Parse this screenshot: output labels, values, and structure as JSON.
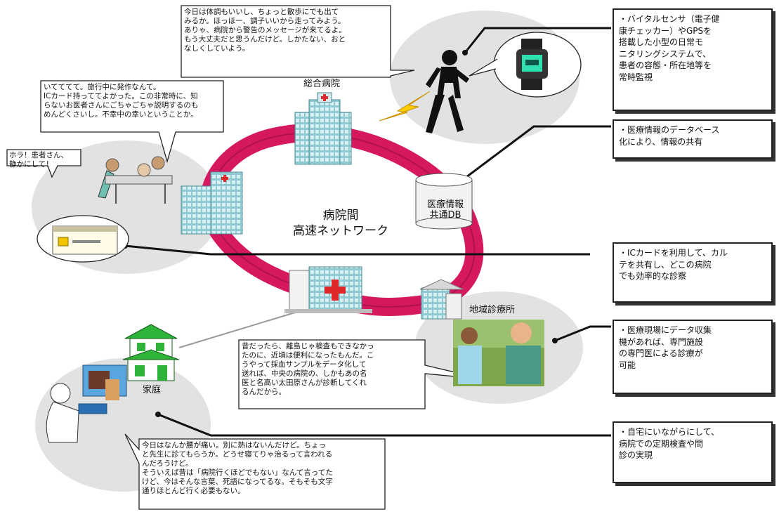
{
  "network": {
    "label_line1": "病院間",
    "label_line2": "高速ネットワーク"
  },
  "nodes": {
    "general_hospital": "総合病院",
    "regional_clinic": "地域診療所",
    "home": "家庭",
    "database": {
      "line1": "医療情報",
      "line2": "共通DB"
    }
  },
  "bubbles": {
    "walker": "今日は体調もいいし、ちょっと散歩にでも出て\nみるか。ほっほー、調子いいから走ってみよう。\nありゃ、病院から警告のメッセージが来てるよ。\nもう大丈夫だと思うんだけど。しかたない、おと\nなしくしていよう。",
    "traveler": "いてててて。旅行中に発作なんて。\nICカード持っててよかった。この非常時に、知\nらないお医者さんにごちゃごちゃ説明するのも\nめんどくさいし。不幸中の幸いということか。",
    "nurse": "ホラ！患者さん、\n静かにして！",
    "clinic": "昔だったら、離島じゃ検査もできなかっ\nたのに、近頃は便利になったもんだ。こ\nうやって採血サンプルをデータ化して\n送れば、中央の病院の、しかもあの名\n医と名高い太田原さんが診断してくれ\nるんだから。",
    "home": "今日はなんか腰が痛い。別に熱はないんだけど。ちょっ\nと先生に診てもらうか。どうせ寝てりゃ治るって言われる\nんだろうけど。\nそういえば昔は「病院行くほどでもない」なんて言ってた\nけど、今はそんな言葉、死語になってるな。そもそも文字\n通りほとんど行く必要もない。"
  },
  "notes": [
    "・バイタルセンサ（電子健\n康チェッカー）やGPSを\n搭載した小型の日常モ\nニタリングシステムで、\n患者の容態・所在地等を\n常時監視",
    "・医療情報のデータベース\n化により、情報の共有",
    "・ICカードを利用して、カル\nテを共有し、どこの病院\nでも効率的な診察",
    "・医療現場にデータ収集\n機があれば、専門施設\nの専門医による診療が\n可能",
    "・自宅にいながらにして、\n病院での定期検査や問\n診の実現"
  ],
  "colors": {
    "ring": "#d6185f",
    "building": "#a9d6dc",
    "house_green": "#2fb43a",
    "ellipse": "#e2e2e2"
  }
}
